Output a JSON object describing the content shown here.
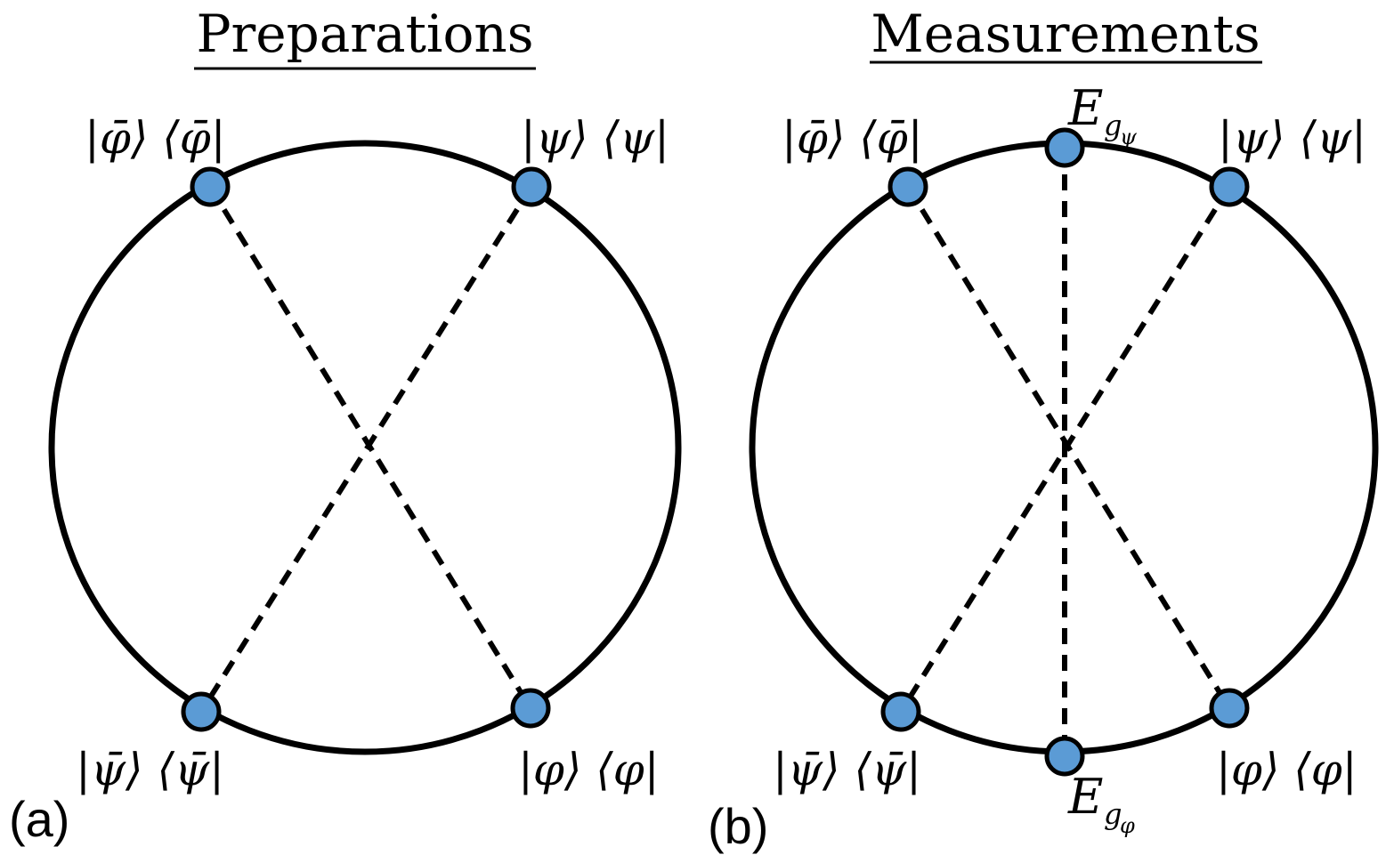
{
  "panels": [
    {
      "id": "a",
      "title": "Preparations",
      "panel_label": "(a)",
      "states": {
        "phi_bar": "|φ̄⟩ ⟨φ̄|",
        "psi": "|ψ⟩ ⟨ψ|",
        "psi_bar": "|ψ̄⟩ ⟨ψ̄|",
        "phi": "|φ⟩ ⟨φ|"
      }
    },
    {
      "id": "b",
      "title": "Measurements",
      "panel_label": "(b)",
      "states": {
        "phi_bar": "|φ̄⟩ ⟨φ̄|",
        "psi": "|ψ⟩ ⟨ψ|",
        "psi_bar": "|ψ̄⟩ ⟨ψ̄|",
        "phi": "|φ⟩ ⟨φ|"
      },
      "effects": {
        "top": {
          "base": "E",
          "sub": "g",
          "subsub": "ψ"
        },
        "bottom": {
          "base": "E",
          "sub": "g",
          "subsub": "φ"
        }
      }
    }
  ],
  "colors": {
    "node_fill": "#5b9bd5",
    "stroke": "#000000"
  }
}
